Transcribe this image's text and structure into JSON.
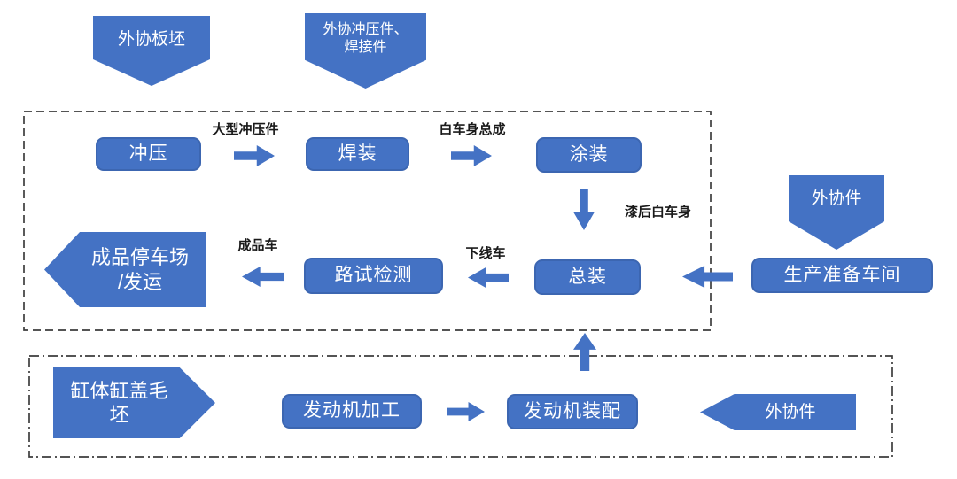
{
  "colors": {
    "shape_fill": "#4472C4",
    "shape_border": "#3c66b1",
    "boundary_line": "#3d3d3d",
    "shape_text": "#ffffff",
    "label_text": "#1a1a1a"
  },
  "top_inputs": {
    "slab": "外协板坯",
    "stamping_parts_line1": "外协冲压件、",
    "stamping_parts_line2": "焊接件"
  },
  "vehicle_plant": {
    "stamping": "冲压",
    "welding": "焊装",
    "painting": "涂装",
    "assembly": "总装",
    "road_test": "路试检测",
    "parking_line1": "成品停车场",
    "parking_line2": "/发运"
  },
  "flow_labels": {
    "large_stampings": "大型冲压件",
    "body_in_white": "白车身总成",
    "painted_body": "漆后白车身",
    "offline_car": "下线车",
    "finished_car": "成品车"
  },
  "prep_area": {
    "external_parts": "外协件",
    "workshop": "生产准备车间"
  },
  "engine_plant": {
    "blank_line1": "缸体缸盖毛",
    "blank_line2": "坯",
    "machining": "发动机加工",
    "assembly": "发动机装配",
    "external_parts": "外协件"
  }
}
